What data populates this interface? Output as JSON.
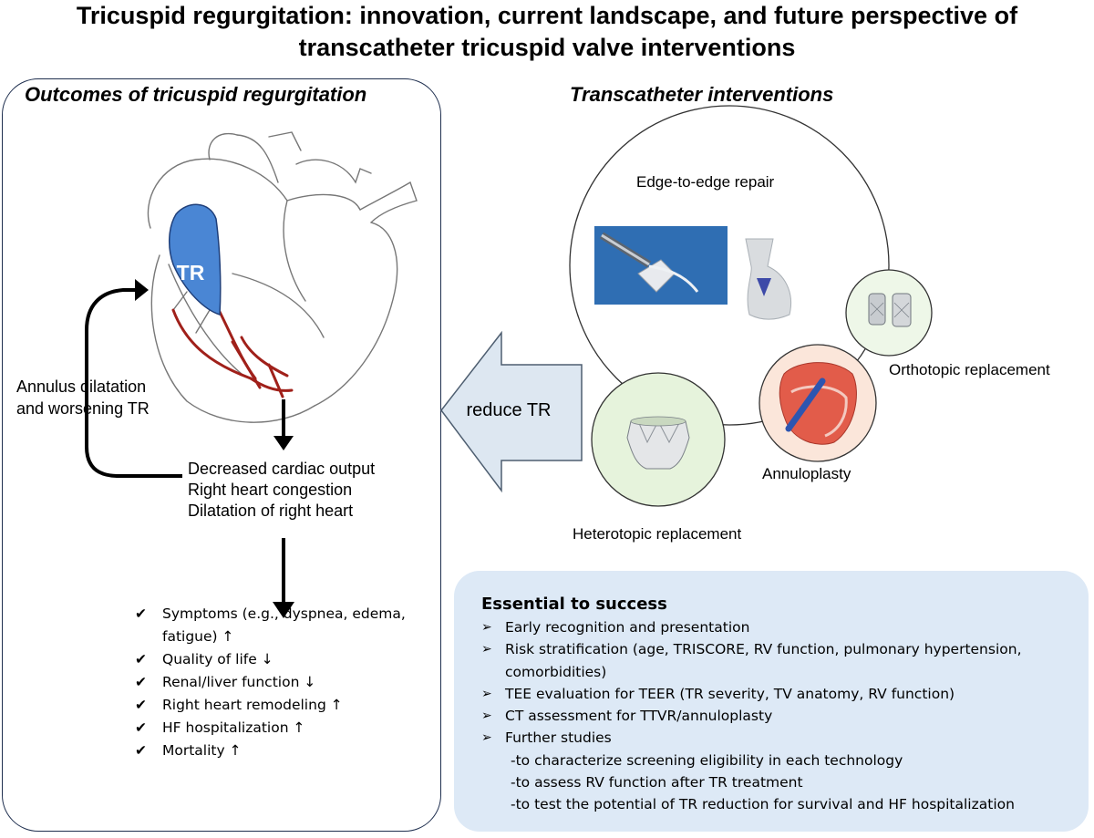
{
  "title": {
    "line1": "Tricuspid regurgitation: innovation, current landscape, and future perspective of",
    "line2": "transcatheter tricuspid valve interventions"
  },
  "left_panel": {
    "heading": "Outcomes of tricuspid regurgitation",
    "tr_label": "TR",
    "loop_label": [
      "Annulus dilatation",
      "and worsening TR"
    ],
    "effects": [
      "Decreased cardiac output",
      "Right heart congestion",
      "Dilatation of right heart"
    ],
    "check_icon": "✔",
    "outcomes": [
      "Symptoms (e.g., dyspnea, edema, fatigue) ↑",
      "Quality of life ↓",
      "Renal/liver function ↓",
      "Right heart remodeling ↑",
      "HF hospitalization ↑",
      "Mortality ↑"
    ]
  },
  "arrow": {
    "label": "reduce TR"
  },
  "right_panel": {
    "heading": "Transcatheter interventions",
    "captions": {
      "edge": "Edge-to-edge repair",
      "ortho": "Orthotopic replacement",
      "annulo": "Annuloplasty",
      "hetero": "Heterotopic replacement"
    }
  },
  "success": {
    "title": "Essential to success",
    "arrow_icon": "➢",
    "items": [
      "Early recognition and presentation",
      "Risk stratification (age, TRISCORE, RV function, pulmonary hypertension, comorbidities)",
      "TEE evaluation for TEER (TR severity, TV anatomy, RV function)",
      "CT assessment for TTVR/annuloplasty",
      "Further studies"
    ],
    "sub_items": [
      "-to characterize screening eligibility in each technology",
      "-to assess RV function after TR treatment",
      "-to test the potential of TR reduction for survival and HF hospitalization"
    ]
  },
  "colors": {
    "tr_blue": "#4a86d4",
    "muscle_red": "#a0201a",
    "panel_border": "#1f2f4f",
    "box_fill": "#dde9f6",
    "arrow_fill": "#dde7f1"
  }
}
